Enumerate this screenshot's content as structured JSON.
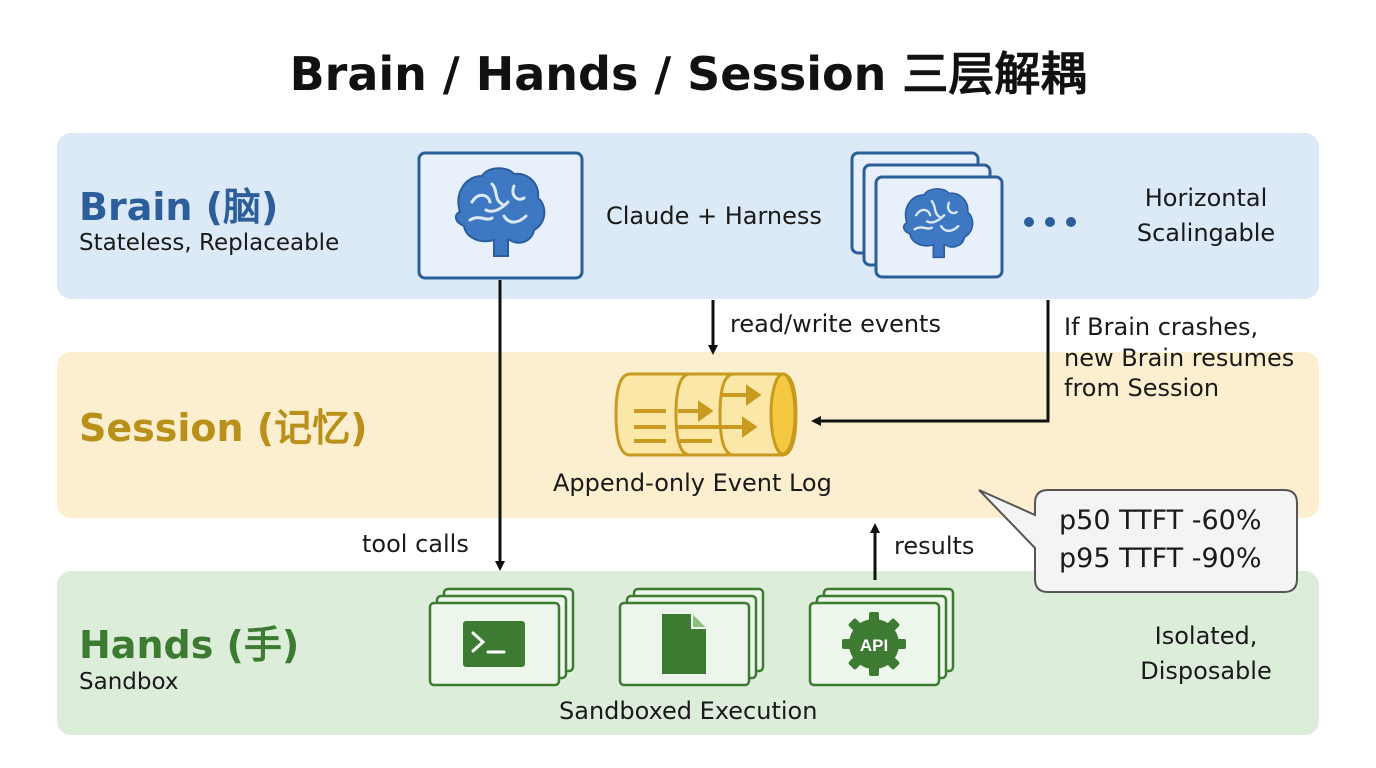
{
  "title": "Brain / Hands / Session 三层解耦",
  "brain": {
    "name": "Brain (脑)",
    "subtitle": "Stateless, Replaceable",
    "engine_label": "Claude + Harness",
    "ellipsis": "• • •",
    "scaling_line1": "Horizontal",
    "scaling_line2": "Scalingable",
    "icon": "brain-icon"
  },
  "session": {
    "name": "Session (记忆)",
    "log_label": "Append-only Event Log",
    "icon": "event-log-icon"
  },
  "hands": {
    "name": "Hands (手)",
    "subtitle": "Sandbox",
    "execution_label": "Sandboxed Execution",
    "property_line1": "Isolated,",
    "property_line2": "Disposable",
    "icons": [
      "terminal-icon",
      "file-icon",
      "api-gear-icon"
    ],
    "api_text": "API",
    "terminal_text": ">_"
  },
  "arrows": {
    "read_write": "read/write events",
    "tool_calls": "tool calls",
    "results": "results",
    "recovery_line1": "If Brain crashes,",
    "recovery_line2": "new Brain resumes",
    "recovery_line3": "from Session"
  },
  "callout": {
    "line1": "p50 TTFT -60%",
    "line2": "p95 TTFT -90%"
  },
  "colors": {
    "brain_band": "#dce9f6",
    "brain_accent": "#2c5f9a",
    "session_band": "#fcefcf",
    "session_accent": "#c89a1e",
    "hands_band": "#dcedd9",
    "hands_accent": "#3d7a32"
  }
}
